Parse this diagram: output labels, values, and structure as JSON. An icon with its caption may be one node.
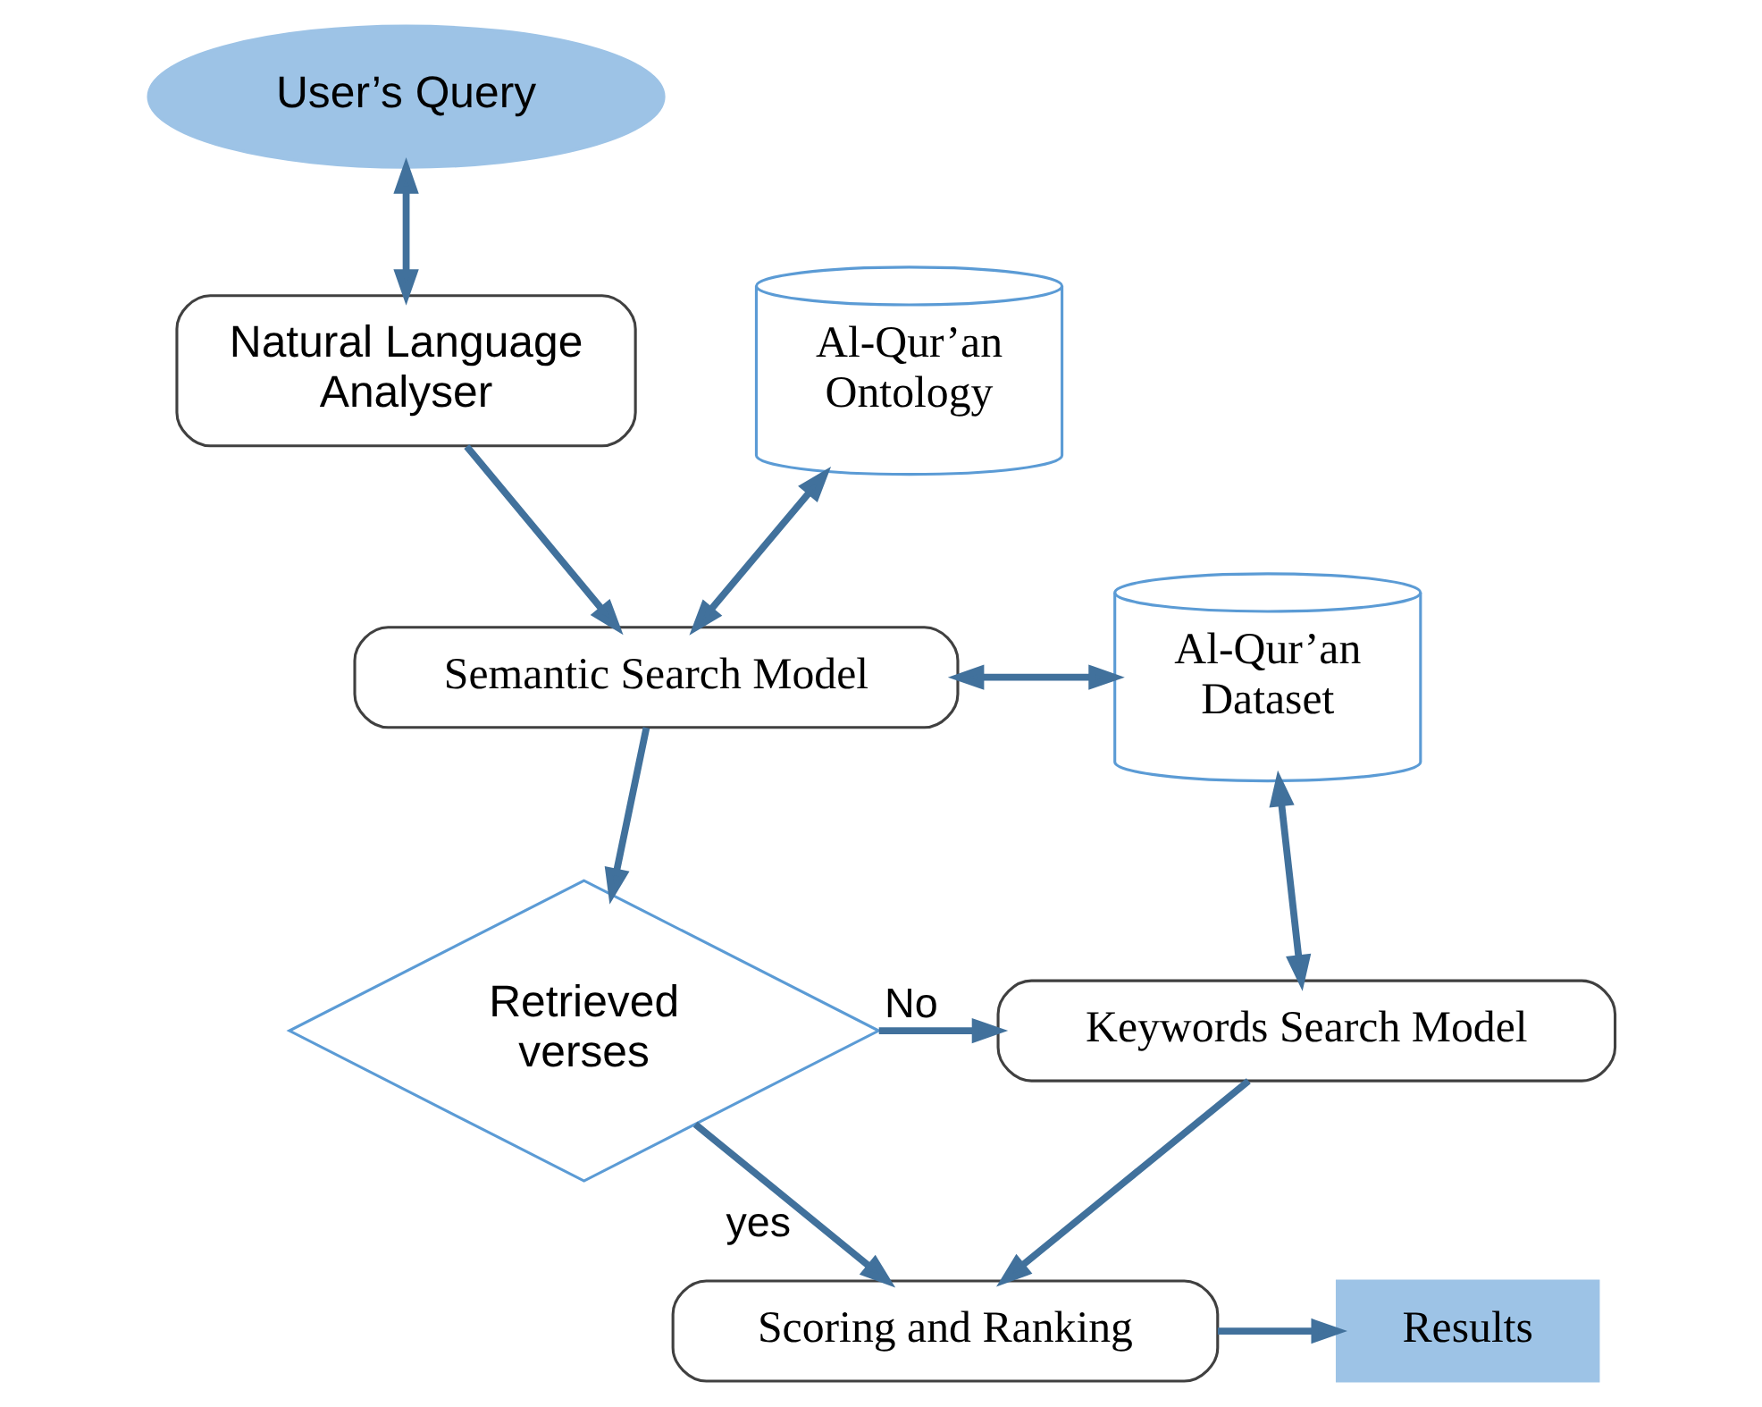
{
  "diagram": {
    "nodes": [
      {
        "text": [
          "User’s Query"
        ]
      },
      {
        "text": [
          "Al-Qur’an Ontology"
        ]
      },
      {
        "text": [
          "Natural Language Analyser"
        ]
      },
      {
        "text": [
          "Semantic Search Model"
        ]
      },
      {
        "text": [
          "Al-Qur’an Dataset"
        ]
      },
      {
        "text": [
          "Retrieved verses"
        ]
      },
      {
        "text": [
          "Keywords Search Model"
        ]
      },
      {
        "text": [
          "Results"
        ]
      },
      {
        "text": [
          "Scoring and Ranking"
        ]
      }
    ],
    "edges": [
      {
        "from": 0,
        "to": 2,
        "arrow": "both"
      },
      {
        "from": 2,
        "to": 3,
        "arrow": "to"
      },
      {
        "from": 1,
        "to": 3,
        "arrow": "both"
      },
      {
        "from": 3,
        "to": 4,
        "arrow": "both"
      },
      {
        "from": 4,
        "to": 6,
        "arrow": "both"
      },
      {
        "from": 3,
        "to": 5,
        "arrow": "to"
      },
      {
        "from": 5,
        "to": 6,
        "arrow": "to",
        "label": "No"
      },
      {
        "from": 5,
        "to": 8,
        "arrow": "to",
        "label": "yes"
      },
      {
        "from": 6,
        "to": 8,
        "arrow": "to"
      },
      {
        "from": 8,
        "to": 7,
        "arrow": "to"
      }
    ]
  }
}
